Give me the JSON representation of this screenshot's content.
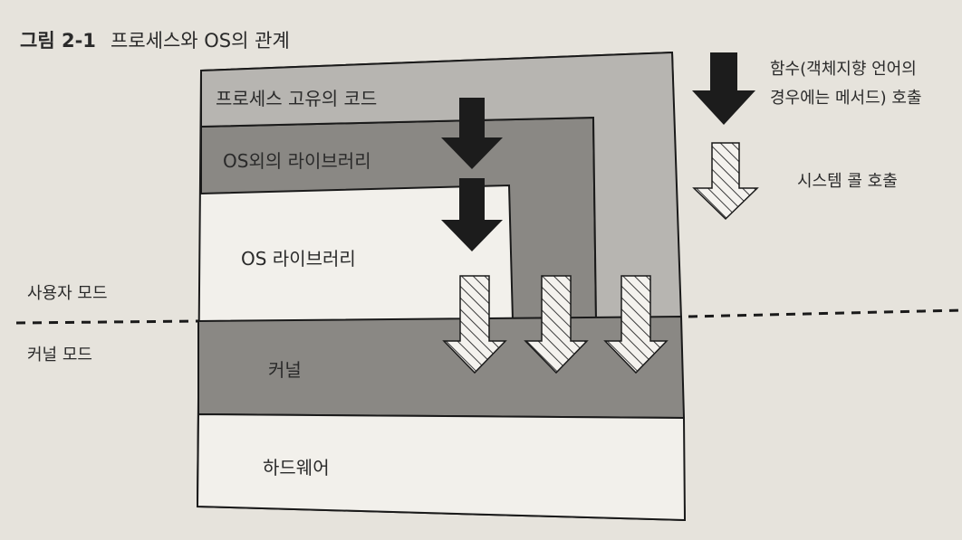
{
  "figure": {
    "label": "그림 2-1",
    "title": "프로세스와 OS의 관계"
  },
  "layers": {
    "process_code": "프로세스 고유의 코드",
    "outside_library": "OS외의 라이브러리",
    "os_library": "OS 라이브러리",
    "kernel": "커널",
    "hardware": "하드웨어"
  },
  "modes": {
    "user": "사용자 모드",
    "kernel": "커널 모드"
  },
  "legend": {
    "function_call_line1": "함수(객체지향 언어의",
    "function_call_line2": "경우에는 메서드) 호출",
    "system_call": "시스템 콜 호출"
  },
  "colors": {
    "background": "#e6e3dc",
    "dark_gray": "#8a8884",
    "light_box": "#f2f0eb",
    "black": "#1a1a1a",
    "arrow_fill": "#1c1c1c"
  }
}
